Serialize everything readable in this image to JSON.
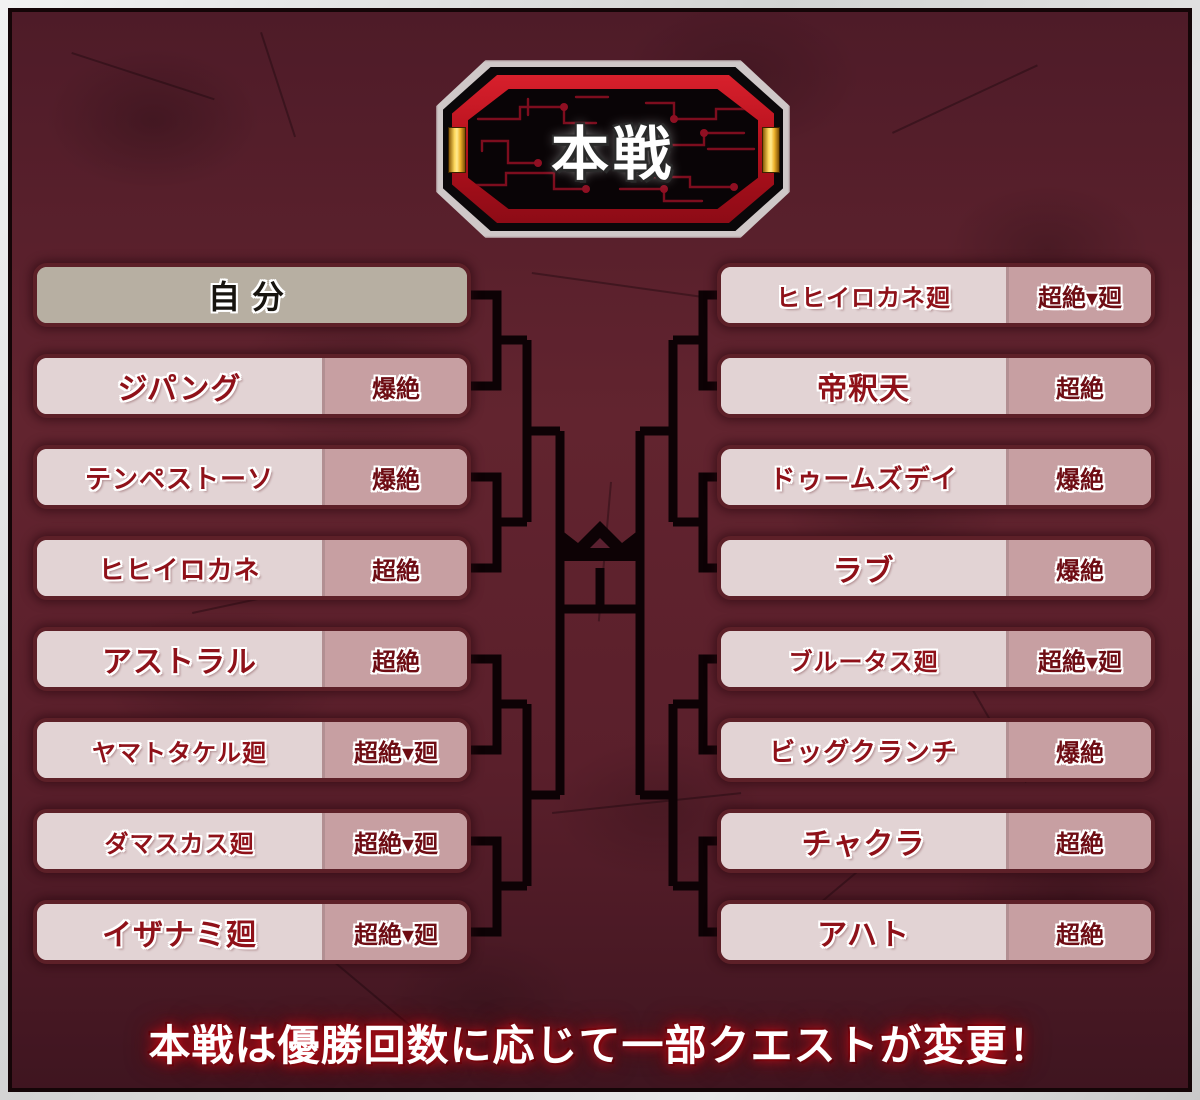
{
  "banner": {
    "title": "本戦",
    "accent_red": "#b3101c",
    "accent_gold": "#ffd95e"
  },
  "board": {
    "background_color": "#5a2030",
    "line_color": "#0d0205",
    "crown_icon": "crown-icon"
  },
  "bracket": {
    "left": [
      {
        "name": "自分",
        "badge": "",
        "self": true
      },
      {
        "name": "ジパング",
        "badge": "爆絶",
        "self": false
      },
      {
        "name": "テンペストーソ",
        "badge": "爆絶",
        "self": false
      },
      {
        "name": "ヒヒイロカネ",
        "badge": "超絶",
        "self": false
      },
      {
        "name": "アストラル",
        "badge": "超絶",
        "self": false
      },
      {
        "name": "ヤマトタケル廻",
        "badge": "超絶▾廻",
        "self": false
      },
      {
        "name": "ダマスカス廻",
        "badge": "超絶▾廻",
        "self": false
      },
      {
        "name": "イザナミ廻",
        "badge": "超絶▾廻",
        "self": false
      }
    ],
    "right": [
      {
        "name": "ヒヒイロカネ廻",
        "badge": "超絶▾廻",
        "self": false
      },
      {
        "name": "帝釈天",
        "badge": "超絶",
        "self": false
      },
      {
        "name": "ドゥームズデイ",
        "badge": "爆絶",
        "self": false
      },
      {
        "name": "ラブ",
        "badge": "爆絶",
        "self": false
      },
      {
        "name": "ブルータス廻",
        "badge": "超絶▾廻",
        "self": false
      },
      {
        "name": "ビッグクランチ",
        "badge": "爆絶",
        "self": false
      },
      {
        "name": "チャクラ",
        "badge": "超絶",
        "self": false
      },
      {
        "name": "アハト",
        "badge": "超絶",
        "self": false
      }
    ]
  },
  "caption": {
    "text": "本戦は優勝回数に応じて一部クエストが変更！"
  }
}
